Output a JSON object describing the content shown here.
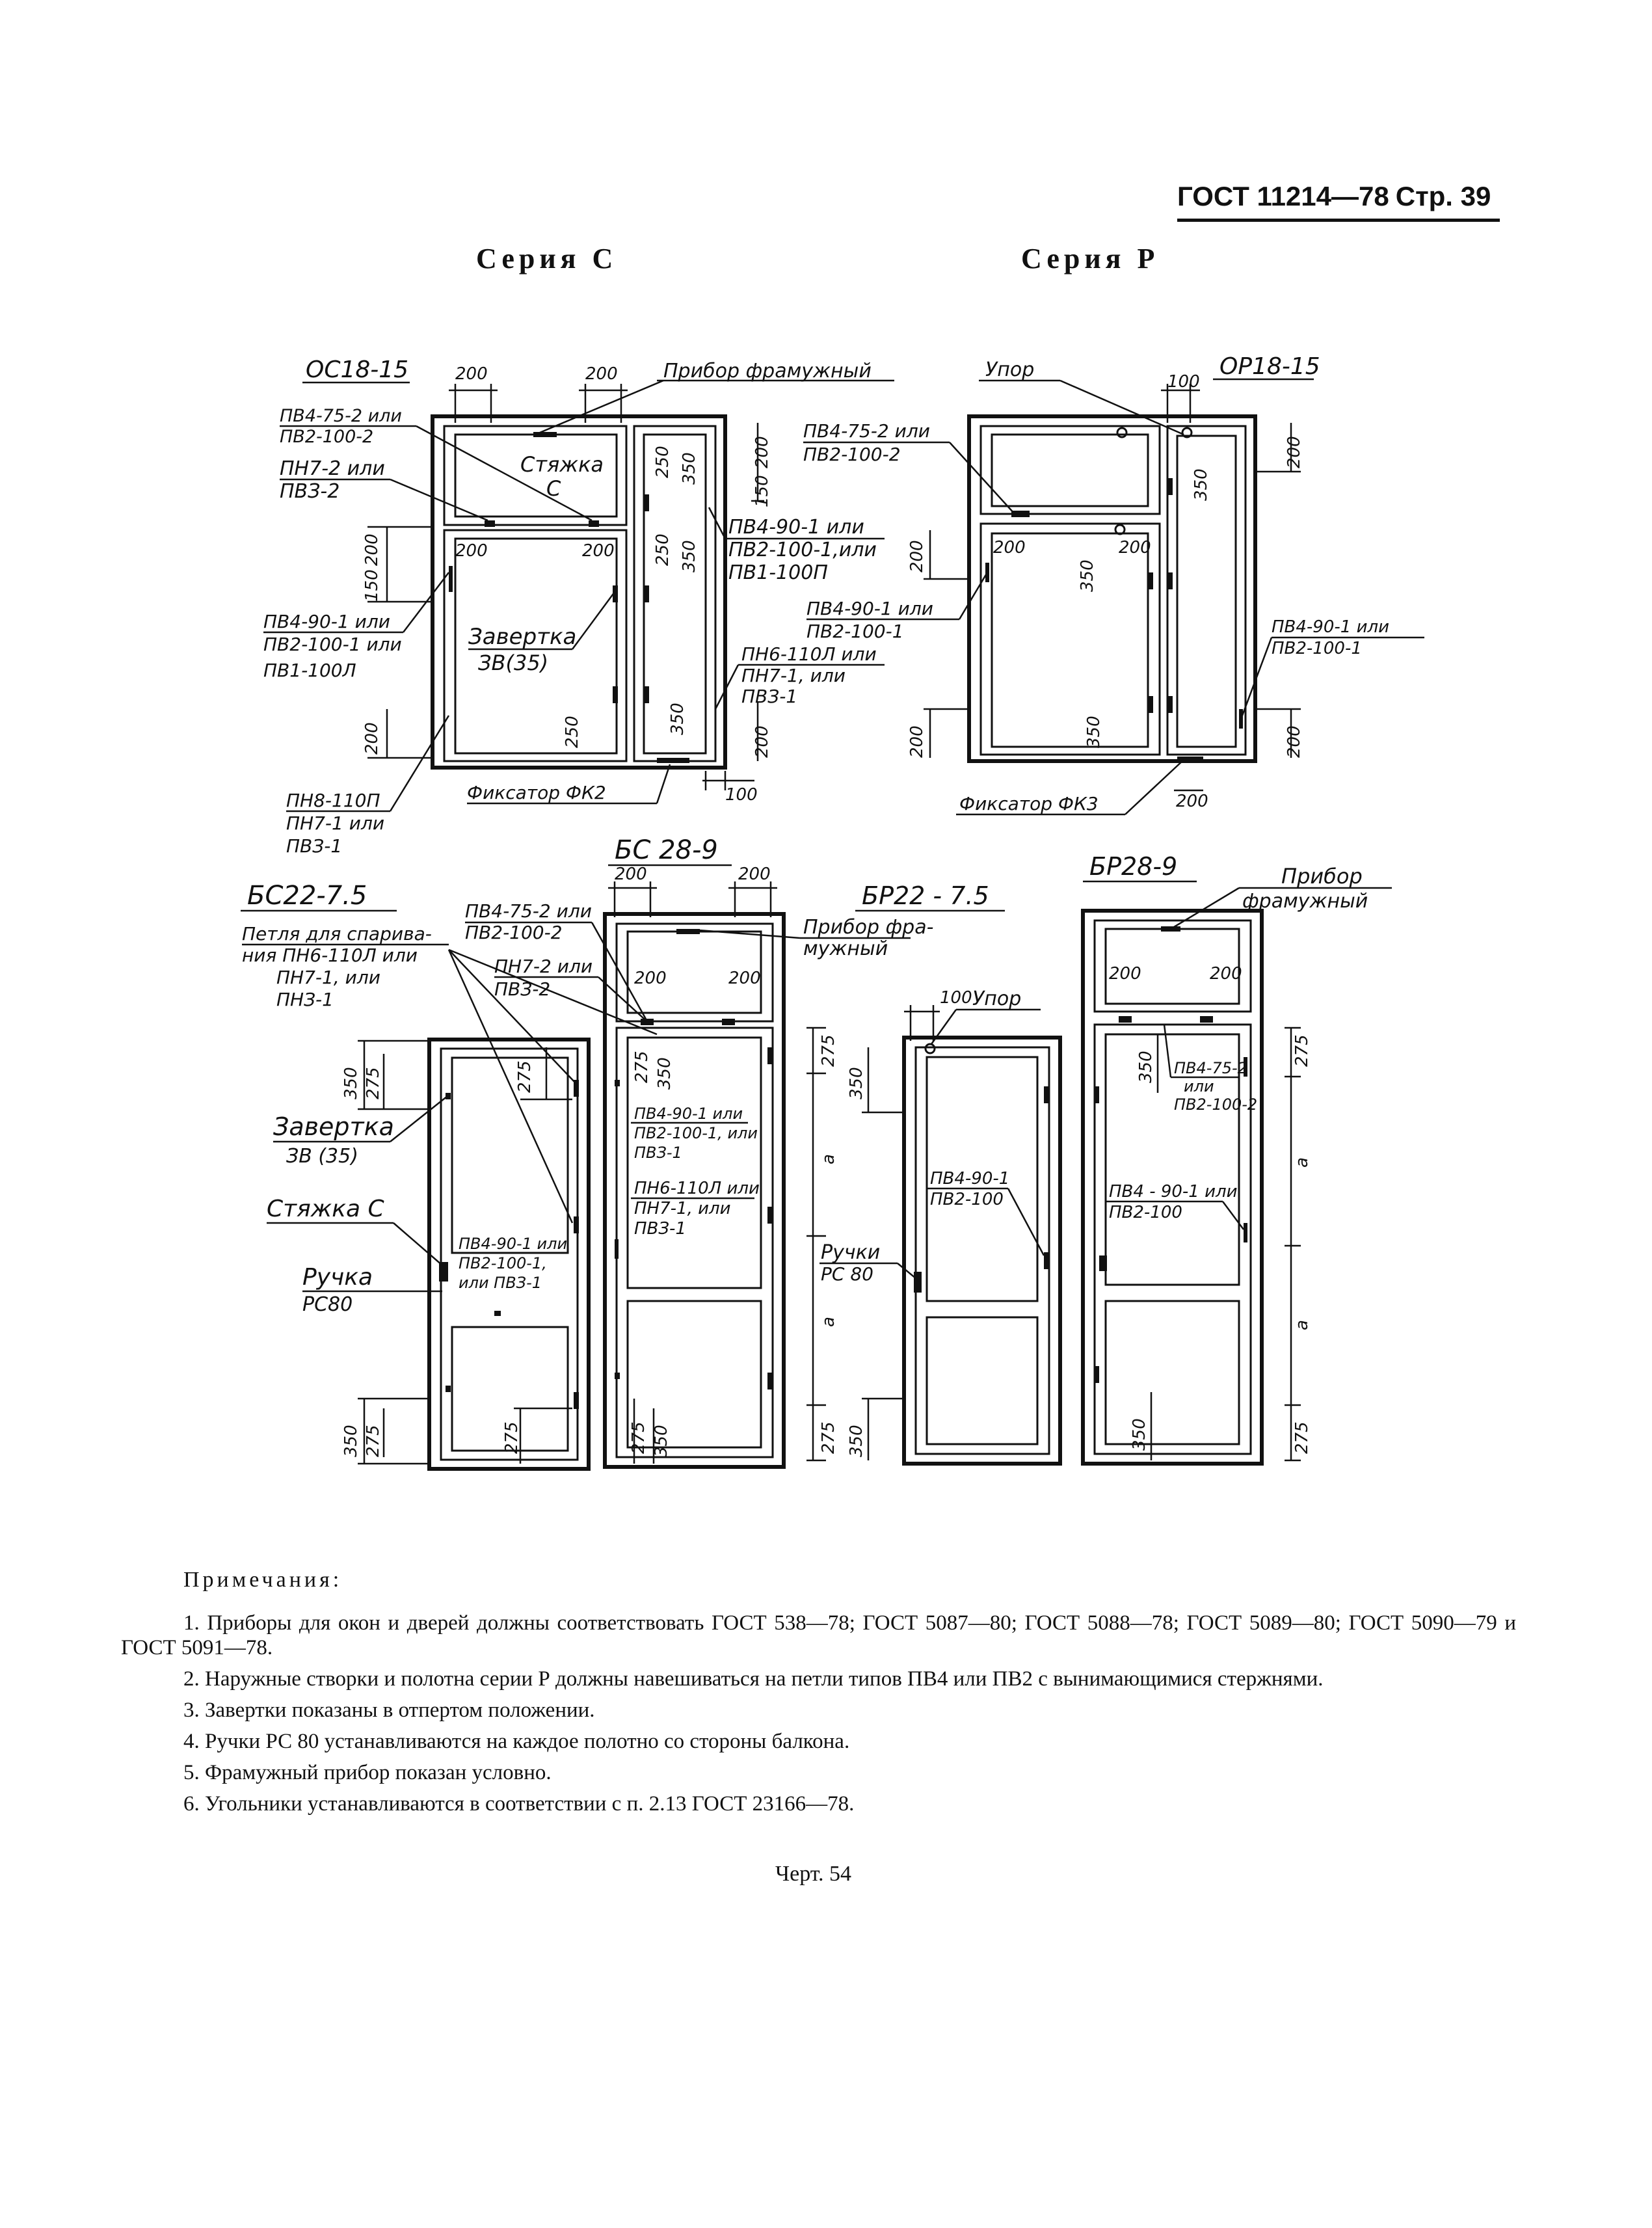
{
  "header": {
    "standard": "ГОСТ 11214—78",
    "page": "Стр. 39"
  },
  "series": {
    "c": "Серия С",
    "r": "Серия Р"
  },
  "drawing": {
    "oc": {
      "mark": "ОС18-15",
      "dims": [
        "200",
        "200",
        "250",
        "350",
        "200",
        "150",
        "250",
        "350",
        "200",
        "150",
        "200",
        "250",
        "350",
        "200",
        "100"
      ],
      "labels": {
        "transom_device": "Прибор фрамужный",
        "hinge_top_1": "ПВ4-75-2 или",
        "hinge_top_2": "ПВ2-100-2",
        "pn7_1": "ПН7-2 или",
        "pn7_2": "ПВЗ-2",
        "tie_1": "Стяжка",
        "tie_2": "С",
        "hinge_right_1": "ПВ4-90-1 или",
        "hinge_right_2": "ПВ2-100-1,или",
        "hinge_right_3": "ПВ1-100П",
        "hinge_left_1": "ПВ4-90-1 или",
        "hinge_left_2": "ПВ2-100-1 или",
        "hinge_left_3": "ПВ1-100Л",
        "latch_1": "Завертка",
        "latch_2": "ЗВ(35)",
        "pn6_1": "ПН6-110Л или",
        "pn6_2": "ПН7-1, или",
        "pn6_3": "ПВЗ-1",
        "pn8_1": "ПН8-110П",
        "pn8_2": "ПН7-1 или",
        "pn8_3": "ПВЗ-1",
        "fixer": "Фиксатор ФК2"
      }
    },
    "or": {
      "mark": "ОР18-15",
      "dims": [
        "100",
        "200",
        "350",
        "200",
        "350",
        "200",
        "200"
      ],
      "labels": {
        "stop": "Упор",
        "hinge_top_1": "ПВ4-75-2 или",
        "hinge_top_2": "ПВ2-100-2",
        "hinge_mid_1": "ПВ4-90-1 или",
        "hinge_mid_2": "ПВ2-100-1",
        "hinge_right_1": "ПВ4-90-1 или",
        "hinge_right_2": "ПВ2-100-1",
        "fixer": "Фиксатор ФК3"
      }
    },
    "bc22": {
      "mark": "БС22-7.5",
      "dims": [
        "350",
        "275",
        "275",
        "350",
        "275",
        "275"
      ],
      "labels": {
        "loop_1": "Петля для спарива-",
        "loop_2": "ния ПН6-110Л или",
        "loop_3": "ПН7-1, или",
        "loop_4": "ПНЗ-1",
        "latch_1": "Завертка",
        "latch_2": "ЗВ (35)",
        "tie": "Стяжка С",
        "handle_1": "Ручка",
        "handle_2": "РС80",
        "hinge_1": "ПВ4-90-1 или",
        "hinge_2": "ПВ2-100-1,",
        "hinge_3": "или ПВЗ-1"
      }
    },
    "bc28": {
      "mark": "БС 28-9",
      "dims": [
        "200",
        "200",
        "200",
        "200",
        "275",
        "350",
        "275",
        "a",
        "a",
        "275",
        "275",
        "350"
      ],
      "labels": {
        "hinge_top_1": "ПВ4-75-2 или",
        "hinge_top_2": "ПВ2-100-2",
        "pn7_1": "ПН7-2 или",
        "pn7_2": "ПВЗ-2",
        "transom_1": "Прибор фра-",
        "transom_2": "мужный",
        "hinge_mid_1": "ПВ4-90-1 или",
        "hinge_mid_2": "ПВ2-100-1, или",
        "hinge_mid_3": "ПВЗ-1",
        "pn6_1": "ПН6-110Л или",
        "pn6_2": "ПН7-1, или",
        "pn6_3": "ПВЗ-1"
      }
    },
    "br22": {
      "mark": "БР22 - 7.5",
      "dims": [
        "100",
        "350",
        "350"
      ],
      "labels": {
        "stop": "Упор",
        "hinge_1": "ПВ4-90-1",
        "hinge_2": "ПВ2-100",
        "handle_1": "Ручки",
        "handle_2": "РС 80"
      }
    },
    "br28": {
      "mark": "БР28-9",
      "dims": [
        "200",
        "200",
        "350",
        "275",
        "a",
        "a",
        "350",
        "275"
      ],
      "labels": {
        "transom_1": "Прибор",
        "transom_2": "фрамужный",
        "hinge_top_1": "ПВ4-75-2",
        "hinge_top_2": "или",
        "hinge_top_3": "ПВ2-100-2",
        "hinge_mid_1": "ПВ4 - 90-1 или",
        "hinge_mid_2": "ПВ2-100"
      }
    }
  },
  "notes": {
    "heading": "Примечания:",
    "items": [
      "1. Приборы для окон и дверей должны соответствовать ГОСТ 538—78; ГОСТ 5087—80; ГОСТ 5088—78; ГОСТ 5089—80; ГОСТ 5090—79 и ГОСТ 5091—78.",
      "2. Наружные створки и полотна серии Р должны навешиваться на петли типов ПВ4 или ПВ2 с вынимающимися стержнями.",
      "3. Завертки показаны в отпертом положении.",
      "4. Ручки РС 80 устанавливаются на каждое полотно со стороны балкона.",
      "5. Фрамужный прибор показан условно.",
      "6. Угольники устанавливаются в соответствии с п. 2.13 ГОСТ 23166—78."
    ]
  },
  "caption": "Черт. 54"
}
